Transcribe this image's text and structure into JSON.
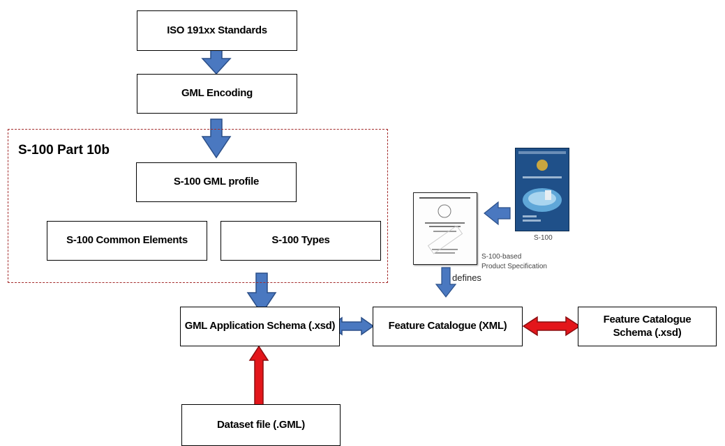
{
  "diagram": {
    "boxes": {
      "iso": "ISO 191xx Standards",
      "gml_encoding": "GML Encoding",
      "gml_profile": "S-100 GML profile",
      "common_elements": "S-100 Common Elements",
      "types": "S-100 Types",
      "app_schema": "GML Application Schema (.xsd)",
      "feature_catalogue": "Feature Catalogue (XML)",
      "fc_schema": "Feature Catalogue Schema (.xsd)",
      "dataset": "Dataset file (.GML)"
    },
    "group_label": "S-100 Part 10b",
    "s100_caption": "S-100",
    "spec_caption_line1": "S-100-based",
    "spec_caption_line2": "Product Specification",
    "defines_label": "defines"
  },
  "colors": {
    "blue_arrow": "#4a78c0",
    "red_arrow": "#e3161b",
    "dashed_border": "#a32a2a"
  }
}
